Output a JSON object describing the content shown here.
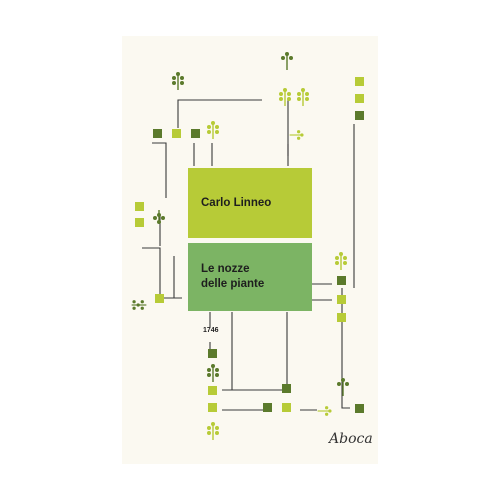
{
  "cover": {
    "author": "Carlo Linneo",
    "title_line1": "Le nozze",
    "title_line2": "delle piante",
    "year": "1746",
    "publisher": "Aboca"
  },
  "colors": {
    "background": "#fbf9f1",
    "author_block": "#b7cb37",
    "title_block": "#7cb464",
    "square_dark": "#5b7a2c",
    "square_lime": "#b7cb37",
    "line": "#3a3a3a"
  }
}
